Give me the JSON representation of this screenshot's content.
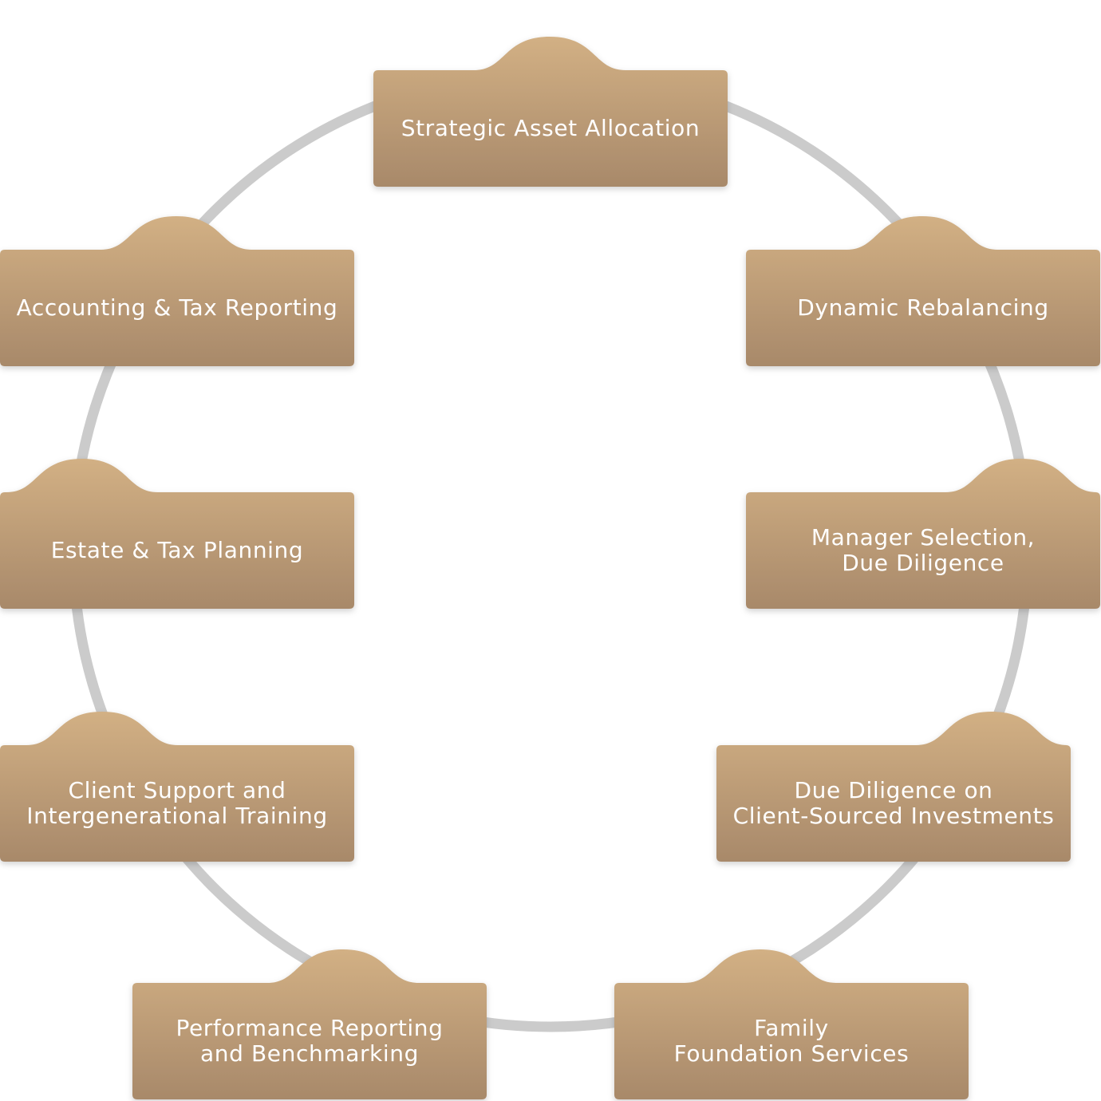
{
  "colors": {
    "tile_top": "#d2b084",
    "tile_bottom": "#a8896a",
    "ring": "#cbcbcb",
    "text": "#ffffff"
  },
  "services": [
    {
      "id": "strategic-asset-allocation",
      "lines": [
        "Strategic Asset Allocation"
      ]
    },
    {
      "id": "dynamic-rebalancing",
      "lines": [
        "Dynamic Rebalancing"
      ]
    },
    {
      "id": "manager-selection",
      "lines": [
        "Manager Selection,",
        "Due Diligence"
      ]
    },
    {
      "id": "due-diligence-client-sourced",
      "lines": [
        "Due Diligence on",
        "Client-Sourced Investments"
      ]
    },
    {
      "id": "family-foundation-services",
      "lines": [
        "Family",
        "Foundation Services"
      ]
    },
    {
      "id": "performance-reporting",
      "lines": [
        "Performance Reporting",
        "and Benchmarking"
      ]
    },
    {
      "id": "client-support",
      "lines": [
        "Client Support and",
        "Intergenerational Training"
      ]
    },
    {
      "id": "estate-tax-planning",
      "lines": [
        "Estate & Tax Planning"
      ]
    },
    {
      "id": "accounting-tax-reporting",
      "lines": [
        "Accounting & Tax Reporting"
      ]
    }
  ]
}
